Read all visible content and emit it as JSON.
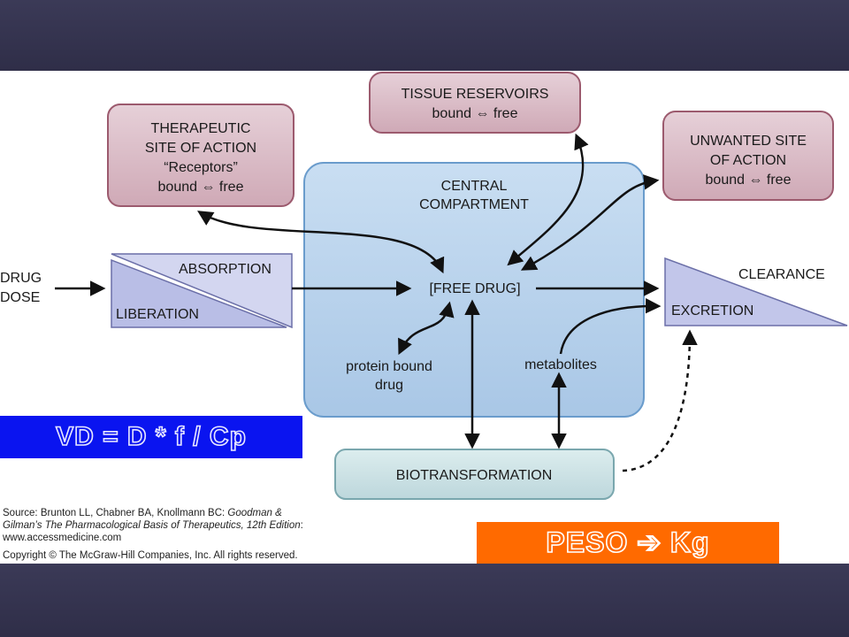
{
  "diagram": {
    "therapeutic": {
      "line1": "THERAPEUTIC",
      "line2": "SITE OF ACTION",
      "line3": "“Receptors”",
      "line4": "bound ⇔ free"
    },
    "reservoirs": {
      "line1": "TISSUE RESERVOIRS",
      "line2": "bound ⇔ free"
    },
    "unwanted": {
      "line1": "UNWANTED SITE",
      "line2": "OF ACTION",
      "line3": "bound ⇔ free"
    },
    "central": {
      "line1": "CENTRAL",
      "line2": "COMPARTMENT"
    },
    "free_drug": "[FREE DRUG]",
    "protein_bound": {
      "line1": "protein bound",
      "line2": "drug"
    },
    "metabolites": "metabolites",
    "drug_dose": {
      "line1": "DRUG",
      "line2": "DOSE"
    },
    "absorption": "ABSORPTION",
    "liberation": "LIBERATION",
    "clearance": "CLEARANCE",
    "excretion": "EXCRETION",
    "biotransformation": "BIOTRANSFORMATION"
  },
  "source": {
    "line1_prefix": "Source: Brunton LL, Chabner BA, Knollmann BC: ",
    "line1_italic": "Goodman &",
    "line2_italic": "Gilman’s The Pharmacological Basis of Therapeutics, 12th Edition",
    "line2_suffix": ":",
    "line3": "www.accessmedicine.com",
    "line4": "Copyright © The McGraw-Hill Companies, Inc. All rights reserved."
  },
  "formula": "VD = D * f / Cp",
  "peso": "PESO  ➔ Kg",
  "colors": {
    "mauve_box": "#d9bcc6",
    "mauve_border": "#9c5a6e",
    "central_fill": "#b9d3ec",
    "central_border": "#6a9ccc",
    "triangle_fill": "#c7cbec",
    "biotrans_fill": "#cfe3e6",
    "blue_banner": "#0a14f0",
    "orange_banner": "#ff6a00"
  }
}
